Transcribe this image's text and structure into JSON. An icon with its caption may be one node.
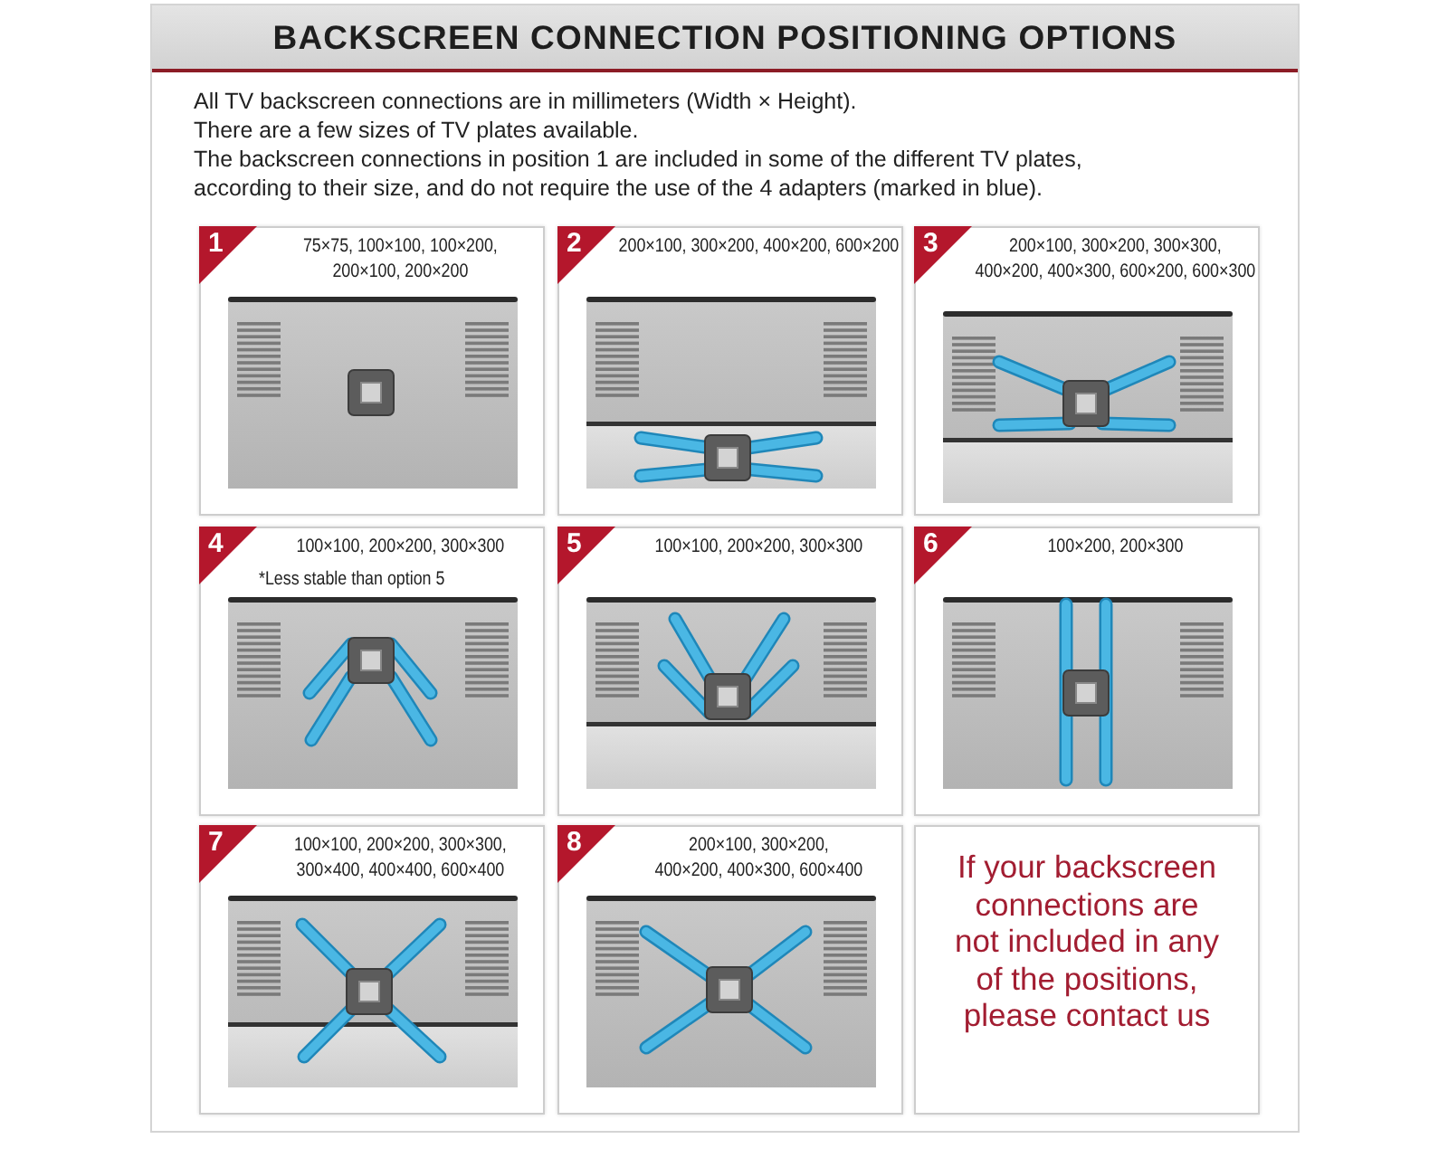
{
  "diagram": {
    "title": "BACKSCREEN CONNECTION POSITIONING OPTIONS",
    "nodes": [
      {
        "text": [
          "1",
          "75×75, 100×100, 100×200, 200×100, 200×200"
        ]
      },
      {
        "text": [
          "2",
          "200×100, 300×200, 400×200, 600×200"
        ]
      },
      {
        "text": [
          "3",
          "200×100, 300×200, 300×300, 400×200, 400×300, 600×200, 600×300"
        ]
      },
      {
        "text": [
          "4",
          "100×100, 200×200, 300×300",
          "*Less stable than option 5"
        ]
      },
      {
        "text": [
          "5",
          "100×100, 200×200, 300×300"
        ]
      },
      {
        "text": [
          "6",
          "100×200, 200×300"
        ]
      },
      {
        "text": [
          "7",
          "100×100, 200×200, 300×300, 300×400, 400×400, 600×400"
        ]
      },
      {
        "text": [
          "8",
          "200×100, 300×200, 400×200, 400×300, 600×400"
        ]
      },
      {
        "text": [
          "If your backscreen connections are not included in any of the positions, please contact us"
        ]
      }
    ],
    "labels": [
      "All TV backscreen connections are in millimeters (Width × Height).",
      "There are a few sizes of TV plates available.",
      "The backscreen connections in position 1 are included in some of the different TV plates, according to their size, and do not require the use of the 4 adapters (marked in blue)."
    ]
  }
}
